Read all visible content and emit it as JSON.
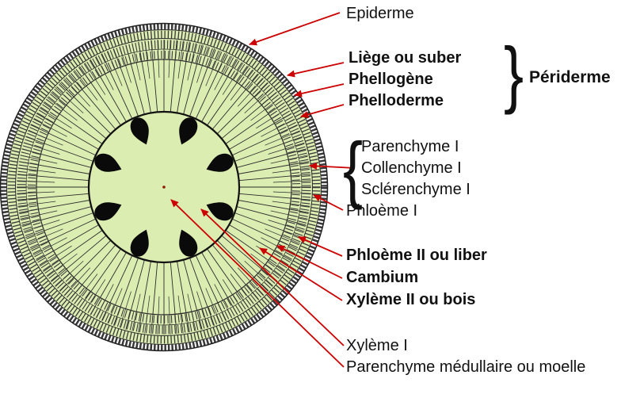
{
  "figure": {
    "type": "plant-stem-cross-section-diagram",
    "labels": {
      "epiderme": "Epiderme",
      "liege": "Liège ou suber",
      "phellogene": "Phellogène",
      "phelloderme": "Phelloderme",
      "periderme": "Périderme",
      "parenchyme1": "Parenchyme I",
      "collenchyme1": "Collenchyme I",
      "sclerenchyme1": "Sclérenchyme I",
      "phloeme1": "Phloème I",
      "phloeme2": "Phloème II ou liber",
      "cambium": "Cambium",
      "xyleme2": "Xylème II ou bois",
      "xyleme1": "Xylème I",
      "moelle": "Parenchyme médullaire ou moelle"
    },
    "braces": {
      "left": "{",
      "right": "}"
    },
    "colors": {
      "arrow": "#cc0000",
      "tissue_fill": "#dcedb2",
      "outline": "#2b2b2b",
      "primary_xylem": "#0a0a0a"
    }
  }
}
